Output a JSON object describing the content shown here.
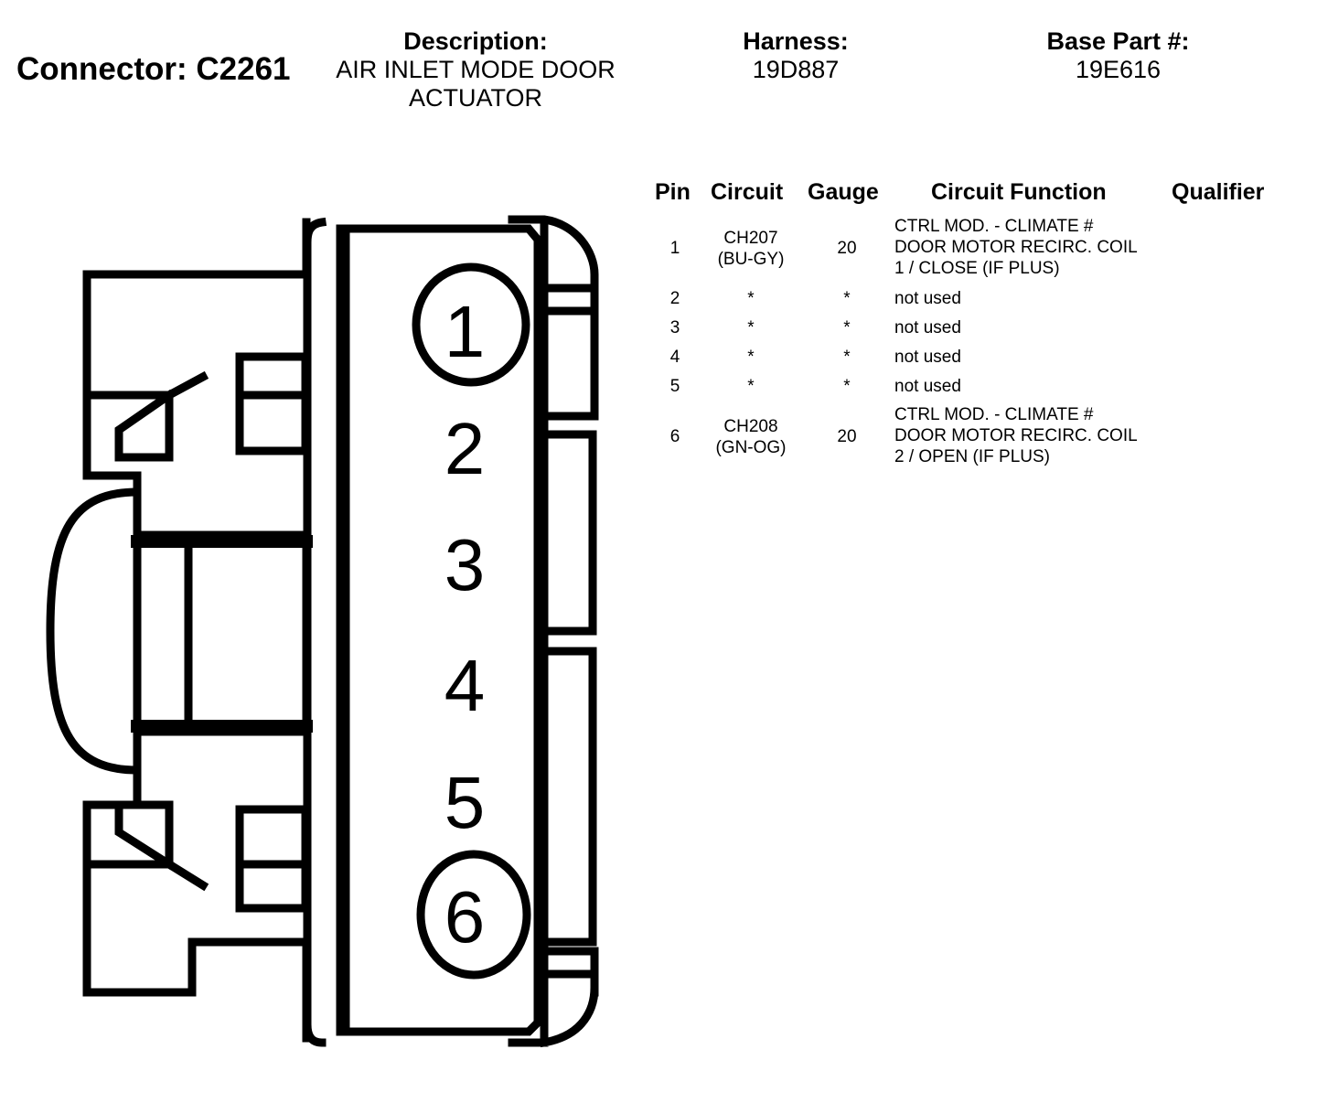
{
  "header": {
    "connector_title": "Connector: C2261",
    "description_label": "Description:",
    "description_lines": [
      "AIR INLET MODE DOOR",
      "ACTUATOR"
    ],
    "harness_label": "Harness:",
    "harness_value": "19D887",
    "base_part_label": "Base Part #:",
    "base_part_value": "19E616"
  },
  "table": {
    "columns": [
      "Pin",
      "Circuit",
      "Gauge",
      "Circuit Function",
      "Qualifier"
    ],
    "rows": [
      {
        "pin": "1",
        "circuit": [
          "CH207",
          "(BU-GY)"
        ],
        "gauge": "20",
        "function": [
          "CTRL MOD. - CLIMATE #",
          "DOOR MOTOR RECIRC. COIL",
          "1 / CLOSE (IF PLUS)"
        ],
        "qualifier": ""
      },
      {
        "pin": "2",
        "circuit": [
          "*"
        ],
        "gauge": "*",
        "function": [
          "not used"
        ],
        "qualifier": ""
      },
      {
        "pin": "3",
        "circuit": [
          "*"
        ],
        "gauge": "*",
        "function": [
          "not used"
        ],
        "qualifier": ""
      },
      {
        "pin": "4",
        "circuit": [
          "*"
        ],
        "gauge": "*",
        "function": [
          "not used"
        ],
        "qualifier": ""
      },
      {
        "pin": "5",
        "circuit": [
          "*"
        ],
        "gauge": "*",
        "function": [
          "not used"
        ],
        "qualifier": ""
      },
      {
        "pin": "6",
        "circuit": [
          "CH208",
          "(GN-OG)"
        ],
        "gauge": "20",
        "function": [
          "CTRL MOD. - CLIMATE #",
          "DOOR MOTOR RECIRC. COIL",
          "2 / OPEN (IF PLUS)"
        ],
        "qualifier": ""
      }
    ]
  },
  "diagram": {
    "pin_labels": [
      "1",
      "2",
      "3",
      "4",
      "5",
      "6"
    ],
    "circled_pins": [
      "1",
      "6"
    ],
    "line_color": "#000000"
  }
}
